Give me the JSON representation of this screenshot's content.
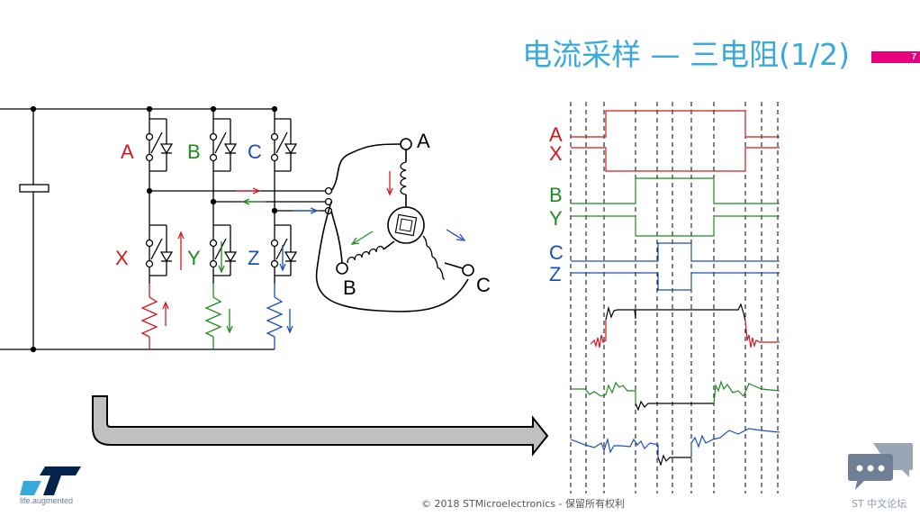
{
  "slide": {
    "title": "电流采样 — 三电阻(1/2)",
    "page_number": "7",
    "footer": "© 2018 STMicroelectronics - 保留所有权利",
    "logo_text": "life.augmented",
    "forum_label": "ST 中文论坛"
  },
  "circuit": {
    "switch_labels": {
      "a": "A",
      "b": "B",
      "c": "C",
      "x": "X",
      "y": "Y",
      "z": "Z"
    },
    "motor_terminals": {
      "a": "A",
      "b": "B",
      "c": "C"
    }
  },
  "waveforms": {
    "labels": {
      "a": "A",
      "x": "X",
      "b": "B",
      "y": "Y",
      "c": "C",
      "z": "Z"
    }
  },
  "colors": {
    "title": "#39a9dc",
    "phase_a": "#d0191f",
    "phase_b": "#1f8a1f",
    "phase_c": "#1a4fb5",
    "wire": "#000000",
    "badge": "#e6007e"
  }
}
